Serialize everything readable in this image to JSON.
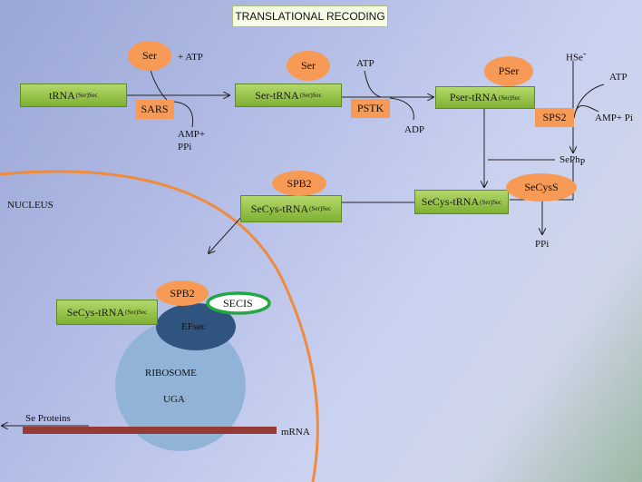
{
  "title": "TRANSLATIONAL RECODING",
  "boxes": {
    "trna": {
      "main": "tRNA",
      "sup": "(Ser)Sec"
    },
    "ser_trna": {
      "main": "Ser-tRNA",
      "sup": "(Ser)Sec"
    },
    "pser_trna": {
      "main": "Pser-tRNA",
      "sup": "(Ser)Sec"
    },
    "secys_trna_right": {
      "main": "SeCys-tRNA",
      "sup": "(Ser)Sec"
    },
    "secys_trna_mid": {
      "main": "SeCys-tRNA",
      "sup": "(Ser)Sec"
    },
    "secys_trna_nucleus": {
      "main": "SeCys-tRNA",
      "sup": "(Ser)Sec"
    }
  },
  "enzymes": {
    "sars": "SARS",
    "pstk": "PSTK",
    "sps2": "SPS2"
  },
  "ovals": {
    "ser1": "Ser",
    "ser2": "Ser",
    "pser": "PSer",
    "secys_s": "SeCysS",
    "spb2_top": "SPB2",
    "spb2_nucleus": "SPB2",
    "efsec": "EFsec",
    "secis": "SECIS"
  },
  "labels": {
    "atp1": "+ ATP",
    "amp_ppi_line1": "AMP+",
    "amp_ppi_line2": "PPi",
    "atp2": "ATP",
    "adp": "ADP",
    "hse": "HSe",
    "hse_sup": "-",
    "atp3": "ATP",
    "amp_pi": "AMP+ Pi",
    "seph": "SePh",
    "seph_sub": "P",
    "ppi": "PPi",
    "nucleus": "NUCLEUS",
    "ribosome": "RIBOSOME",
    "uga": "UGA",
    "se_proteins": "Se Proteins",
    "mrna": "mRNA"
  },
  "colors": {
    "green_box": "#8fc140",
    "enzyme_orange": "#f79a55",
    "nucleus_border": "#f08a3c",
    "efsec": "#2f5480",
    "ribosome": "#92b3d8",
    "secis_ring": "#22a744",
    "mrna": "#963a36"
  }
}
